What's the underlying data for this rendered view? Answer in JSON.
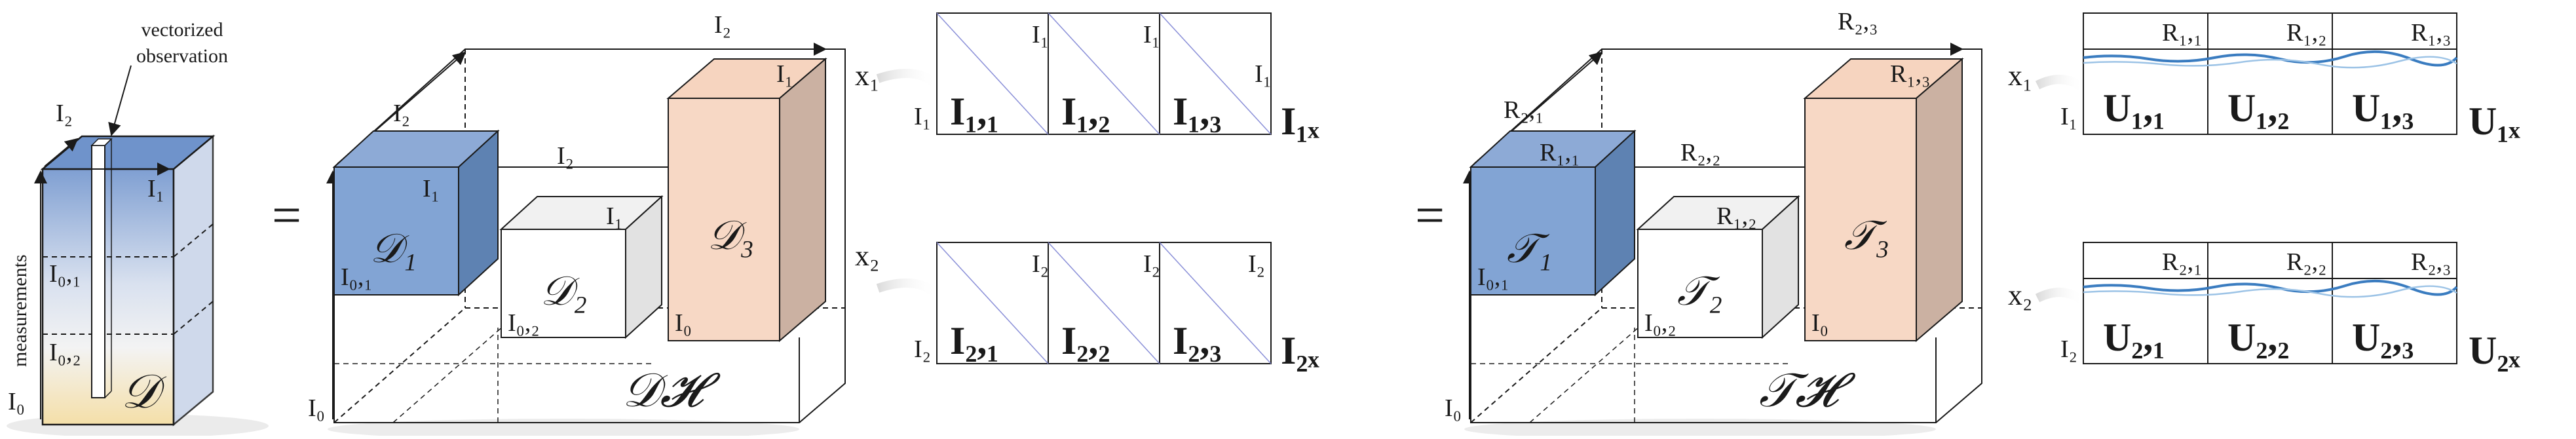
{
  "left_cube": {
    "annotation": "vectorized observation",
    "axis_label": "measurements",
    "symbol": "𝒟",
    "labels": [
      "I₂",
      "I₁",
      "I₀,₁",
      "I₀,₂",
      "I₀"
    ]
  },
  "equals": "=",
  "d_block": {
    "tensor_symbol": "𝒟𝓗",
    "cubes": [
      {
        "symbol": "𝒟₁",
        "label_top": "I₂",
        "label_side": "I₁",
        "label_bottom": "I₀,₁"
      },
      {
        "symbol": "𝒟₂",
        "label_top": "I₂",
        "label_side": "I₁",
        "label_bottom": "I₀,₂"
      },
      {
        "symbol": "𝒟₃",
        "label_top": "I₂",
        "label_side": "I₁",
        "label_bottom": "I₀"
      }
    ],
    "origin_label": "I₀",
    "matrices": [
      {
        "row_label": "I₁",
        "name": "I₁ₓ",
        "cells": [
          "I₁,₁",
          "I₁,₂",
          "I₁,₃"
        ],
        "corner": "I₁",
        "x_label": "x₁"
      },
      {
        "row_label": "I₂",
        "name": "I₂ₓ",
        "cells": [
          "I₂,₁",
          "I₂,₂",
          "I₂,₃"
        ],
        "corner": "I₂",
        "x_label": "x₂"
      }
    ]
  },
  "t_block": {
    "tensor_symbol": "𝒯𝓗",
    "cubes": [
      {
        "symbol": "𝒯₁",
        "label_top": "R₂,₁",
        "label_side": "R₁,₁",
        "label_bottom": "I₀,₁"
      },
      {
        "symbol": "𝒯₂",
        "label_top": "R₂,₂",
        "label_side": "R₁,₂",
        "label_bottom": "I₀,₂"
      },
      {
        "symbol": "𝒯₃",
        "label_top": "R₂,₃",
        "label_side": "R₁,₃",
        "label_bottom": "I₀"
      }
    ],
    "origin_label": "I₀",
    "matrices": [
      {
        "row_label": "I₁",
        "name": "U₁ₓ",
        "cells": [
          "U₁,₁",
          "U₁,₂",
          "U₁,₃"
        ],
        "headers": [
          "R₁,₁",
          "R₁,₂",
          "R₁,₃"
        ],
        "x_label": "x₁"
      },
      {
        "row_label": "I₂",
        "name": "U₂ₓ",
        "cells": [
          "U₂,₁",
          "U₂,₂",
          "U₂,₃"
        ],
        "headers": [
          "R₂,₁",
          "R₂,₂",
          "R₂,₃"
        ],
        "x_label": "x₂"
      }
    ]
  },
  "colors": {
    "blue": "#7fa3d2",
    "blue_dark": "#5a7fae",
    "pink": "#f5cfb8",
    "pink_dark": "#c9ab9a",
    "cream": "#f6e3b0",
    "gray": "#e9e9e9",
    "line": "#1a1a1a",
    "diag": "#8a8fd8"
  }
}
